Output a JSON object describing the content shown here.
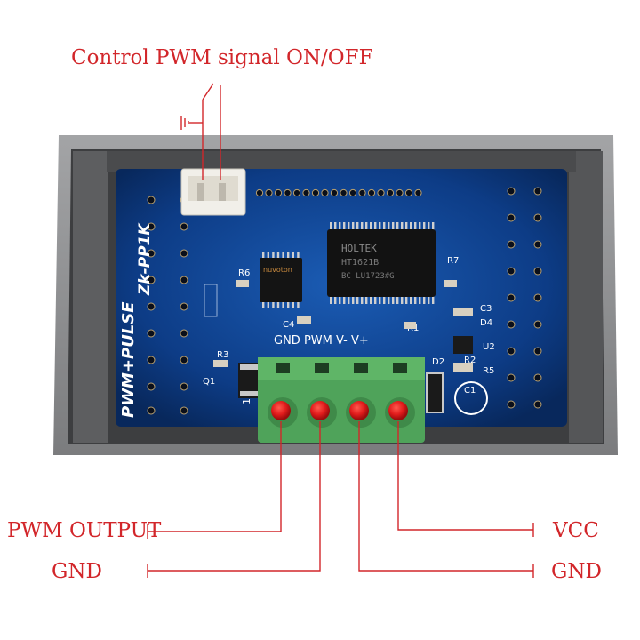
{
  "labels": {
    "control": "Control PWM signal ON/OFF",
    "pwm_output": "PWM OUTPUT",
    "gnd_left": "GND",
    "vcc": "VCC",
    "gnd_right": "GND"
  },
  "board": {
    "model": "Zk-PP1K",
    "title": "PWM+PULSE",
    "terminal_labels": "GND PWM  V-  V+",
    "chip_main_brand": "HOLTEK",
    "chip_main_part": "HT1621B",
    "chip_main_code": "BC LU1723#G",
    "chip_small_brand": "nuvoton",
    "resistor_marking": "102",
    "silk": [
      "R6",
      "R7",
      "R1",
      "R3",
      "Q1",
      "R2",
      "C3",
      "D4",
      "U2",
      "D2",
      "R5",
      "C1",
      "C4"
    ]
  },
  "colors": {
    "label_red": "#d2262a",
    "pcb_blue": "#0f3f8c",
    "case_gray": "#8d8e90",
    "terminal_green": "#4fa35a",
    "dot_red": "#e01b1b"
  }
}
